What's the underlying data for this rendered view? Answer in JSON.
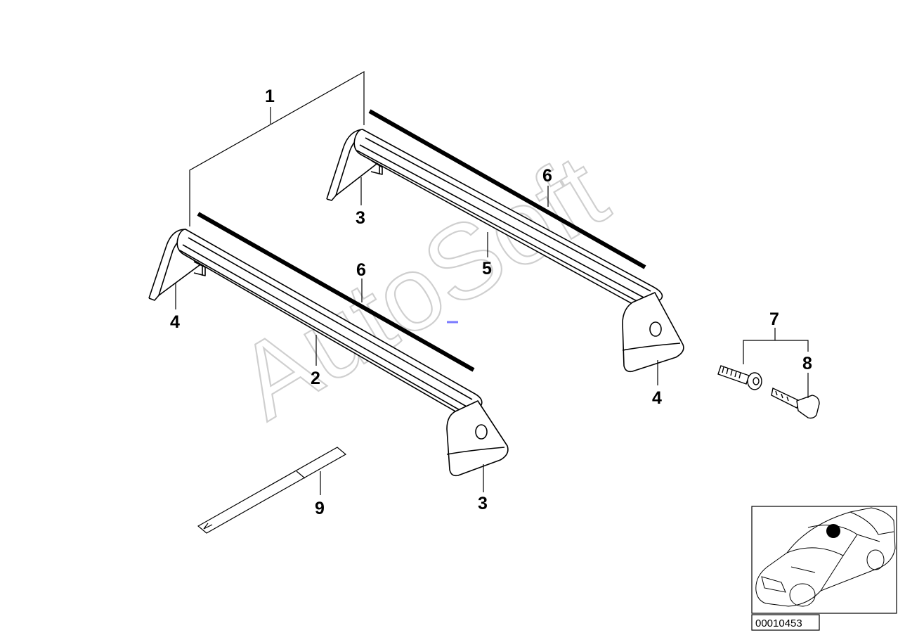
{
  "watermark_text": "AutoSoft",
  "diagram_id": "00010453",
  "callouts": [
    {
      "number": "1"
    },
    {
      "number": "2"
    },
    {
      "number": "3"
    },
    {
      "number": "3"
    },
    {
      "number": "4"
    },
    {
      "number": "4"
    },
    {
      "number": "5"
    },
    {
      "number": "6"
    },
    {
      "number": "6"
    },
    {
      "number": "7"
    },
    {
      "number": "8"
    },
    {
      "number": "9"
    }
  ],
  "colors": {
    "line": "#000000",
    "watermark": "#cfcfcf",
    "accent": "#7a7aff"
  }
}
